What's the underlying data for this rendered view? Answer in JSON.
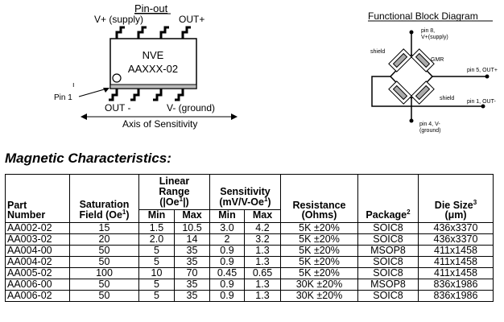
{
  "pinout": {
    "title": "Pin-out",
    "top_left_label": "V+ (supply)",
    "top_right_label": "OUT+",
    "bottom_left_label": "OUT -",
    "bottom_right_label": "V- (ground)",
    "chip_line1": "NVE",
    "chip_line2": "AAXXX-02",
    "pin1_label": "Pin 1",
    "axis_label": "Axis of Sensitivity"
  },
  "block_diagram": {
    "title": "Functional Block Diagram",
    "pin8_line1": "pin 8,",
    "pin8_line2": "V+(supply)",
    "shield_left": "shield",
    "gmr_label": "GMR",
    "pin5_label": "pin 5, OUT+",
    "shield_right": "shield",
    "pin1_label": "pin 1, OUT-",
    "pin4_line1": "pin 4, V-",
    "pin4_line2": "(ground)"
  },
  "section_heading": "Magnetic Characteristics:",
  "table": {
    "headers": {
      "part_number_1": "Part",
      "part_number_2": "Number",
      "saturation_1": "Saturation",
      "saturation_2": "Field (Oe",
      "saturation_sup": "1",
      "saturation_3": ")",
      "linear_1": "Linear",
      "linear_2": "Range",
      "linear_3": "(|Oe",
      "linear_sup": "1",
      "linear_4": "|)",
      "sensitivity_1": "Sensitivity",
      "sensitivity_2": "(mV/V-Oe",
      "sensitivity_sup": "1",
      "sensitivity_3": ")",
      "resistance_1": "Resistance",
      "resistance_2": "(Ohms)",
      "package": "Package",
      "package_sup": "2",
      "die_1": "Die Size",
      "die_sup": "3",
      "die_2": "(μm)",
      "min": "Min",
      "max": "Max"
    },
    "rows": [
      [
        "AA002-02",
        "15",
        "1.5",
        "10.5",
        "3.0",
        "4.2",
        "5K ±20%",
        "SOIC8",
        "436x3370"
      ],
      [
        "AA003-02",
        "20",
        "2.0",
        "14",
        "2",
        "3.2",
        "5K ±20%",
        "SOIC8",
        "436x3370"
      ],
      [
        "AA004-00",
        "50",
        "5",
        "35",
        "0.9",
        "1.3",
        "5K ±20%",
        "MSOP8",
        "411x1458"
      ],
      [
        "AA004-02",
        "50",
        "5",
        "35",
        "0.9",
        "1.3",
        "5K ±20%",
        "SOIC8",
        "411x1458"
      ],
      [
        "AA005-02",
        "100",
        "10",
        "70",
        "0.45",
        "0.65",
        "5K ±20%",
        "SOIC8",
        "411x1458"
      ],
      [
        "AA006-00",
        "50",
        "5",
        "35",
        "0.9",
        "1.3",
        "30K ±20%",
        "MSOP8",
        "836x1986"
      ],
      [
        "AA006-02",
        "50",
        "5",
        "35",
        "0.9",
        "1.3",
        "30K ±20%",
        "SOIC8",
        "836x1986"
      ]
    ]
  }
}
